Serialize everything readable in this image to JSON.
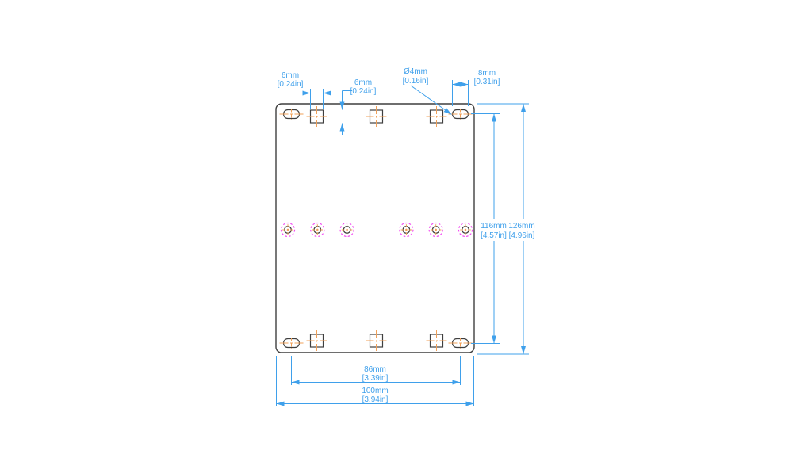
{
  "drawing": {
    "dimensions": {
      "square_hole_width": {
        "value": "6mm",
        "alt": "[0.24in]"
      },
      "square_hole_height": {
        "value": "6mm",
        "alt": "[0.24in]"
      },
      "slot_hole_diameter": {
        "value": "Ø4mm",
        "alt": "[0.16in]"
      },
      "slot_hole_length": {
        "value": "8mm",
        "alt": "[0.31in]"
      },
      "slot_vertical_spacing": {
        "value": "116mm",
        "alt": "[4.57in]"
      },
      "plate_height": {
        "value": "126mm",
        "alt": "[4.96in]"
      },
      "slot_horizontal_spacing": {
        "value": "86mm",
        "alt": "[3.39in]"
      },
      "plate_width": {
        "value": "100mm",
        "alt": "[3.94in]"
      }
    },
    "colors": {
      "dimension_blue": "#3FA0EB",
      "centerline_orange": "#F0A058",
      "thread_magenta": "#F24DF2",
      "outline_gray": "#3F3F3F",
      "background": "#FFFFFF"
    }
  }
}
